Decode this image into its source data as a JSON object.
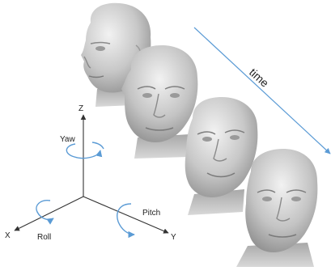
{
  "axes": {
    "x_label": "X",
    "y_label": "Y",
    "z_label": "Z",
    "yaw_label": "Yaw",
    "pitch_label": "Pitch",
    "roll_label": "Roll"
  },
  "time_label": "time",
  "colors": {
    "axis": "#333333",
    "rotation_arrow": "#5b9bd5",
    "time_arrow": "#5b9bd5",
    "face_mid": "#c8c8c8",
    "face_shadow": "#8c8c8c",
    "face_highlight": "#f2f2f2"
  },
  "faces": [
    {
      "name": "head-frame-1",
      "pose": "yaw-left"
    },
    {
      "name": "head-frame-2",
      "pose": "frontal-slight-right"
    },
    {
      "name": "head-frame-3",
      "pose": "pitch-up"
    },
    {
      "name": "head-frame-4",
      "pose": "frontal"
    }
  ]
}
